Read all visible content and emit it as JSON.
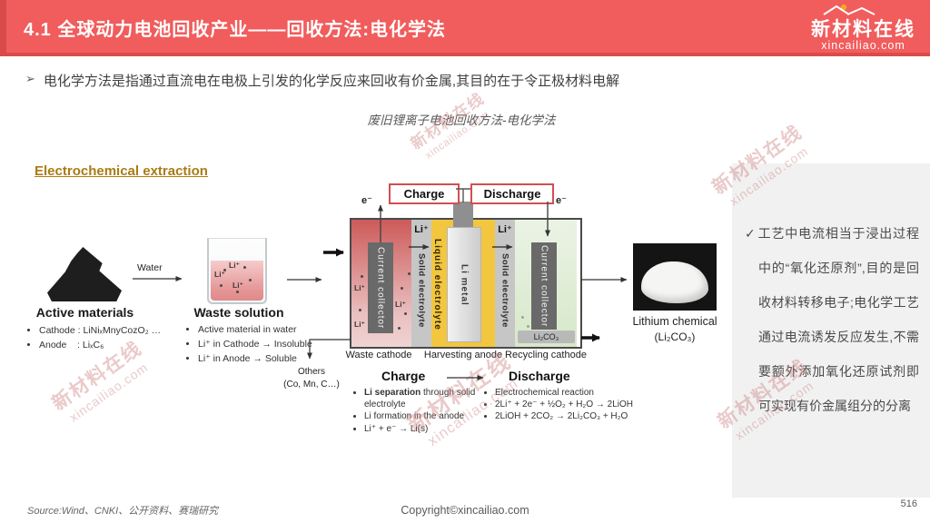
{
  "colors": {
    "header_red": "#f15c5c",
    "header_red_dark": "#dd4a4a",
    "gold_label": "#ab7b13",
    "battery_red": "#cd5a5a",
    "battery_yellow": "#f3c63f",
    "battery_green": "#d6e8c9",
    "collector_gray": "#696969",
    "charge_box_border": "#d05050",
    "sidebar_bg": "#f1f1f1",
    "watermark_pink": "#cd8080"
  },
  "header": {
    "title": "4.1 全球动力电池回收产业——回收方法:电化学法",
    "logo_name": "新材料在线",
    "logo_domain": "xincailiao.com"
  },
  "intro": {
    "glyph": "➢",
    "text": "电化学方法是指通过直流电在电极上引发的化学反应来回收有价金属,其目的在于令正极材料电解"
  },
  "diagram": {
    "title": "废旧锂离子电池回收方法-电化学法",
    "section_label": "Electrochemical extraction",
    "active_materials": {
      "label": "Active materials",
      "bullets": [
        "Cathode : LiNiₓMnyCozO₂ …",
        "Anode    : LiₓC₆"
      ]
    },
    "water_label": "Water",
    "waste_solution": {
      "label": "Waste solution",
      "bullets": [
        "Active material in water",
        "Li⁺ in Cathode → Insoluble",
        "Li⁺ in Anode → Soluble"
      ]
    },
    "battery": {
      "charge": "Charge",
      "discharge": "Discharge",
      "electron": "e⁻",
      "li_ion": "Li⁺",
      "current_collector": "Current collector",
      "solid_electrolyte": "Solid electrolyte",
      "liquid_electrolyte": "Liquid electrolyte",
      "li_metal": "Li metal",
      "li2co3": "Li₂CO₃",
      "label_waste_cathode": "Waste cathode",
      "label_harvesting_anode": "Harvesting anode",
      "label_recycling_cathode": "Recycling cathode"
    },
    "others": {
      "line1": "Others",
      "line2": "(Co, Mn, C…)"
    },
    "charge_list": {
      "title": "Charge",
      "item1_bold": "Li separation",
      "item1_rest": " through solid electrolyte",
      "item2": "Li formation in the anode",
      "item3": "Li⁺ + e⁻ → Li(s)"
    },
    "discharge_list": {
      "title": "Discharge",
      "items": [
        "Electrochemical reaction",
        "2Li⁺ + 2e⁻ + ½O₂ + H₂O → 2LiOH",
        "2LiOH + 2CO₂ → 2Li₂CO₃ + H₂O"
      ]
    },
    "lithium_chemical": {
      "label": "Lithium chemical",
      "formula": "(Li₂CO₃)"
    }
  },
  "sidebar": {
    "check": "✓",
    "text": "工艺中电流相当于浸出过程中的“氧化还原剂”,目的是回收材料转移电子;电化学工艺通过电流诱发反应发生,不需要额外添加氧化还原试剂即可实现有价金属组分的分离"
  },
  "watermark": {
    "line1": "新材料在线",
    "line2": "xincailiao.com"
  },
  "footer": {
    "source": "Source:Wind、CNKI、公开资料、赛瑞研究",
    "copyright": "Copyright©xincailiao.com",
    "page": "516"
  }
}
